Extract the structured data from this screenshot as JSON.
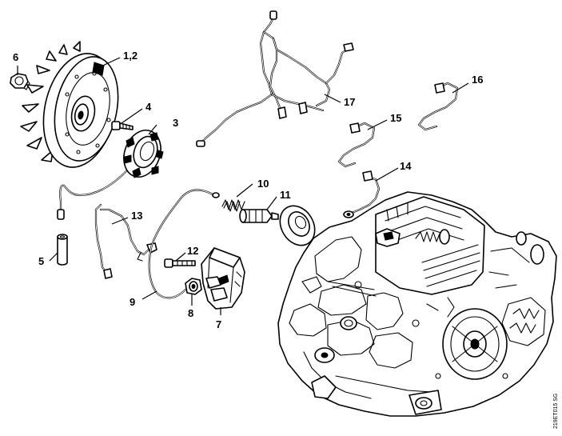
{
  "callouts": {
    "c1": "1,2",
    "c2": "3",
    "c3": "4",
    "c4": "5",
    "c5": "6",
    "c6": "7",
    "c7": "8",
    "c8": "9",
    "c9": "10",
    "c10": "11",
    "c11": "12",
    "c12": "13",
    "c13": "14",
    "c14": "15",
    "c15": "16",
    "c16": "17"
  },
  "drawing_code": "219ET015 SG",
  "colors": {
    "ink": "#000000",
    "paper": "#ffffff"
  }
}
